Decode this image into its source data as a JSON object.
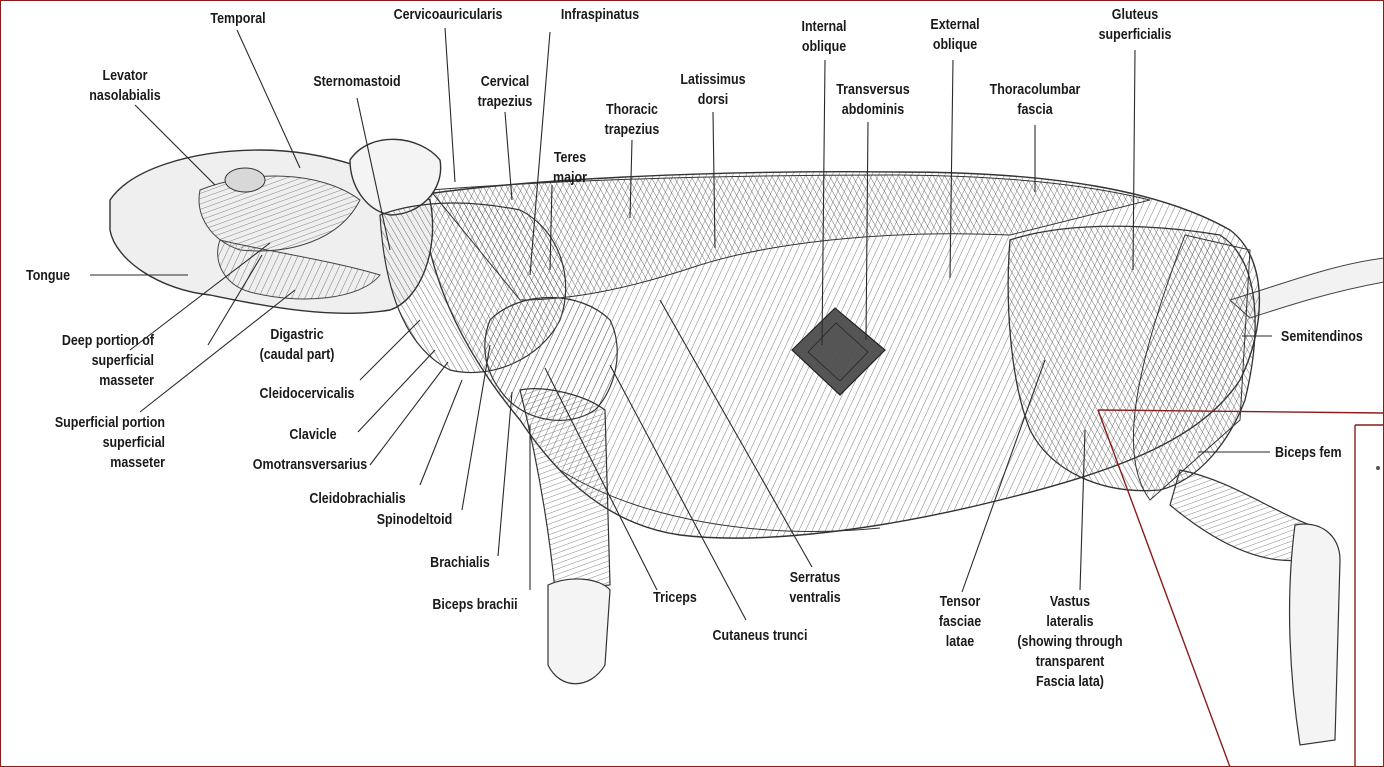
{
  "labels": {
    "temporal": "Temporal",
    "cervicoauricularis": "Cervicoauricularis",
    "infraspinatus": "Infraspinatus",
    "internal_oblique": [
      "Internal",
      "oblique"
    ],
    "external_oblique": [
      "External",
      "oblique"
    ],
    "gluteus_superficialis": [
      "Gluteus",
      "superficialis"
    ],
    "levator_nasolabialis": [
      "Levator",
      "nasolabialis"
    ],
    "sternomastoid": "Sternomastoid",
    "cervical_trapezius": [
      "Cervical",
      "trapezius"
    ],
    "latissimus_dorsi": [
      "Latissimus",
      "dorsi"
    ],
    "transversus_abdominis": [
      "Transversus",
      "abdominis"
    ],
    "thoracolumbar_fascia": [
      "Thoracolumbar",
      "fascia"
    ],
    "thoracic_trapezius": [
      "Thoracic",
      "trapezius"
    ],
    "teres_major": [
      "Teres",
      "major"
    ],
    "tongue": "Tongue",
    "semitendinosus": "Semitendinos",
    "deep_portion": [
      "Deep portion of",
      "superficial",
      "masseter"
    ],
    "digastric": [
      "Digastric",
      "(caudal part)"
    ],
    "cleidocervicalis": "Cleidocervicalis",
    "superficial_portion": [
      "Superficial portion",
      "superficial",
      "masseter"
    ],
    "clavicle": "Clavicle",
    "omotransversarius": "Omotransversarius",
    "biceps_femoris": "Biceps fem",
    "cleidobrachialis": "Cleidobrachialis",
    "spinodeltoid": "Spinodeltoid",
    "brachialis": "Brachialis",
    "serratus_ventralis": [
      "Serratus",
      "ventralis"
    ],
    "triceps": "Triceps",
    "biceps_brachii": "Biceps brachii",
    "tensor_fasciae_latae": [
      "Tensor",
      "fasciae",
      "latae"
    ],
    "vastus_lateralis": [
      "Vastus",
      "lateralis",
      "(showing through",
      "transparent",
      "Fascia lata)"
    ],
    "cutaneus_trunci": "Cutaneus trunci"
  },
  "colors": {
    "frame": "#8b1c1c",
    "ink": "#1a1a1a"
  }
}
